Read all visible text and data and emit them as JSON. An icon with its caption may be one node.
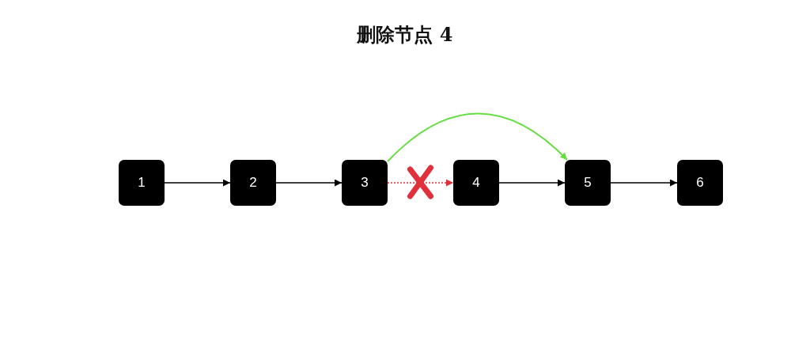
{
  "diagram": {
    "title": "删除节点 4",
    "nodes": [
      {
        "text": [
          "1"
        ]
      },
      {
        "text": [
          "2"
        ]
      },
      {
        "text": [
          "3"
        ]
      },
      {
        "text": [
          "4"
        ]
      },
      {
        "text": [
          "5"
        ]
      },
      {
        "text": [
          "6"
        ]
      }
    ],
    "edges": [
      {
        "from": 0,
        "to": 1,
        "arrow": "to"
      },
      {
        "from": 1,
        "to": 2,
        "arrow": "to"
      },
      {
        "from": 2,
        "to": 3,
        "arrow": "to",
        "style": "dashed",
        "color": "#e0303c"
      },
      {
        "from": 2,
        "to": 4,
        "arrow": "to",
        "color": "#66dd44"
      },
      {
        "from": 3,
        "to": 4,
        "arrow": "to"
      },
      {
        "from": 4,
        "to": 5,
        "arrow": "to"
      }
    ]
  }
}
